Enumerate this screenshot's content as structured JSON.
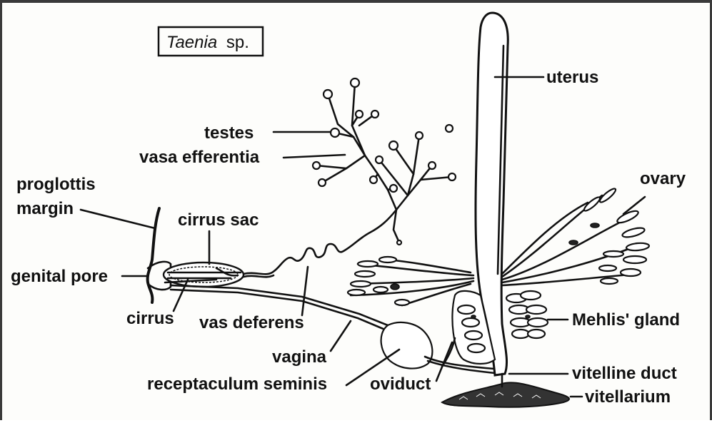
{
  "title": {
    "genus": "Taenia",
    "suffix": "sp."
  },
  "labels": {
    "proglottis_margin_1": "proglottis",
    "proglottis_margin_2": "margin",
    "genital_pore": "genital pore",
    "cirrus": "cirrus",
    "cirrus_sac": "cirrus sac",
    "testes": "testes",
    "vasa_efferentia": "vasa efferentia",
    "vas_deferens": "vas deferens",
    "vagina": "vagina",
    "receptaculum_seminis": "receptaculum seminis",
    "oviduct": "oviduct",
    "uterus": "uterus",
    "ovary": "ovary",
    "mehlis_gland": "Mehlis' gland",
    "vitelline_duct": "vitelline duct",
    "vitellarium": "vitellarium"
  }
}
